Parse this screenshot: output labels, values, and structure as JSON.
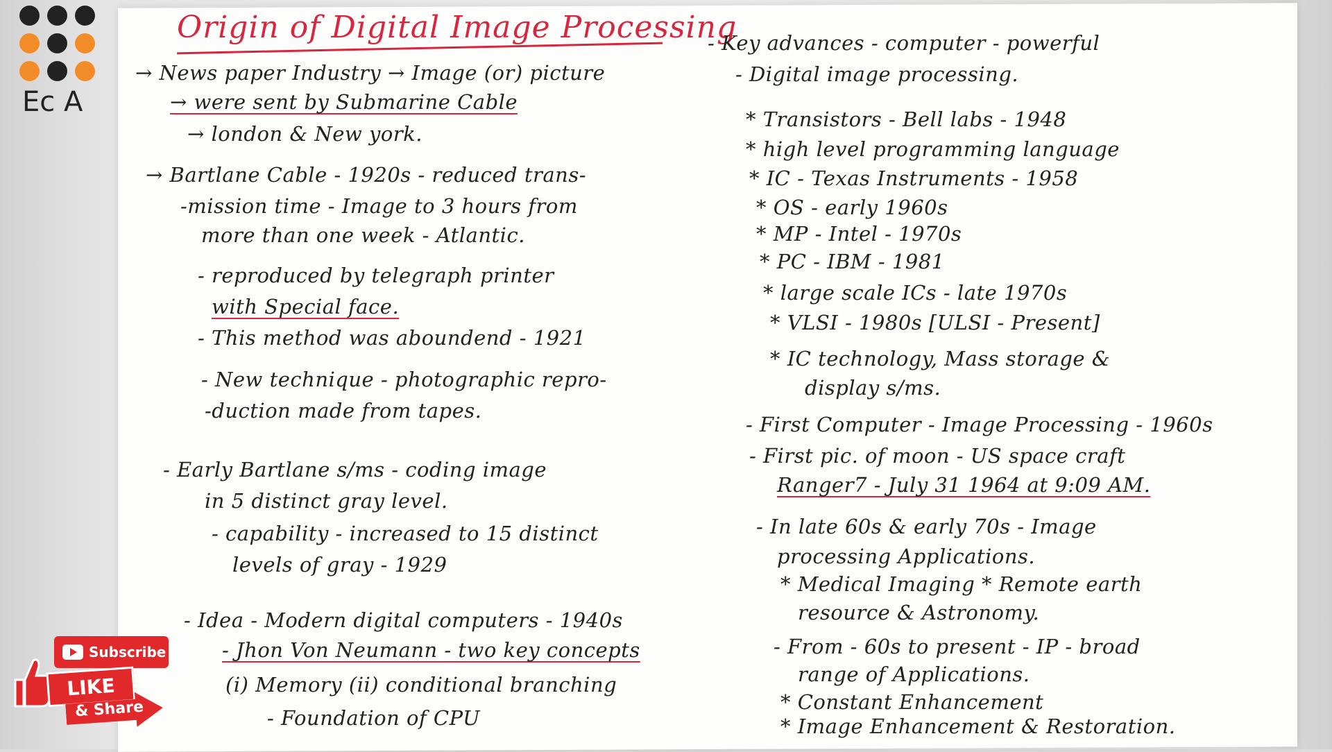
{
  "logo": {
    "text": "Ec A",
    "dot_colors": [
      "#222222",
      "#222222",
      "#222222",
      "#f28c28",
      "#222222",
      "#f28c28",
      "#f28c28",
      "#222222",
      "#f28c28"
    ]
  },
  "title": "Origin of Digital Image Processing",
  "left_column": [
    {
      "text": "→ News paper Industry → Image (or) picture"
    },
    {
      "text": "→ were sent by Submarine Cable"
    },
    {
      "text": "→ london & New york."
    },
    {
      "text": "→ Bartlane Cable - 1920s - reduced trans-"
    },
    {
      "text": "-mission time - Image to 3 hours from"
    },
    {
      "text": "more than one week - Atlantic."
    },
    {
      "text": "- reproduced by telegraph printer"
    },
    {
      "text": "with Special face."
    },
    {
      "text": "- This method was aboundend - 1921"
    },
    {
      "text": "- New technique - photographic repro-"
    },
    {
      "text": "-duction made from tapes."
    },
    {
      "text": "- Early Bartlane s/ms - coding image"
    },
    {
      "text": "in 5 distinct gray level."
    },
    {
      "text": "- capability - increased to 15 distinct"
    },
    {
      "text": "levels of gray - 1929"
    },
    {
      "text": "- Idea - Modern digital computers - 1940s"
    },
    {
      "text": "- Jhon Von Neumann - two key concepts"
    },
    {
      "text": "(i) Memory   (ii) conditional branching"
    },
    {
      "text": "- Foundation of CPU"
    }
  ],
  "right_column": [
    {
      "text": "- Key advances - computer - powerful"
    },
    {
      "text": "- Digital image processing."
    },
    {
      "text": "* Transistors - Bell labs - 1948"
    },
    {
      "text": "* high level programming language"
    },
    {
      "text": "* IC - Texas Instruments - 1958"
    },
    {
      "text": "* OS - early 1960s"
    },
    {
      "text": "* MP - Intel - 1970s"
    },
    {
      "text": "* PC - IBM - 1981"
    },
    {
      "text": "* large scale ICs - late 1970s"
    },
    {
      "text": "* VLSI - 1980s [ULSI - Present]"
    },
    {
      "text": "* IC technology, Mass storage &"
    },
    {
      "text": "display s/ms."
    },
    {
      "text": "- First Computer - Image Processing - 1960s"
    },
    {
      "text": "- First pic. of moon - US space craft"
    },
    {
      "text": "Ranger7 - July 31 1964 at 9:09 AM."
    },
    {
      "text": "- In late 60s & early 70s - Image"
    },
    {
      "text": "processing Applications."
    },
    {
      "text": "* Medical Imaging * Remote earth"
    },
    {
      "text": "resource & Astronomy."
    },
    {
      "text": "- From - 60s to present - IP - broad"
    },
    {
      "text": "range of Applications."
    },
    {
      "text": "* Constant Enhancement"
    },
    {
      "text": "* Image Enhancement & Restoration."
    }
  ],
  "badge": {
    "subscribe": "Subscribe",
    "like": "LIKE",
    "share": "& Share"
  }
}
